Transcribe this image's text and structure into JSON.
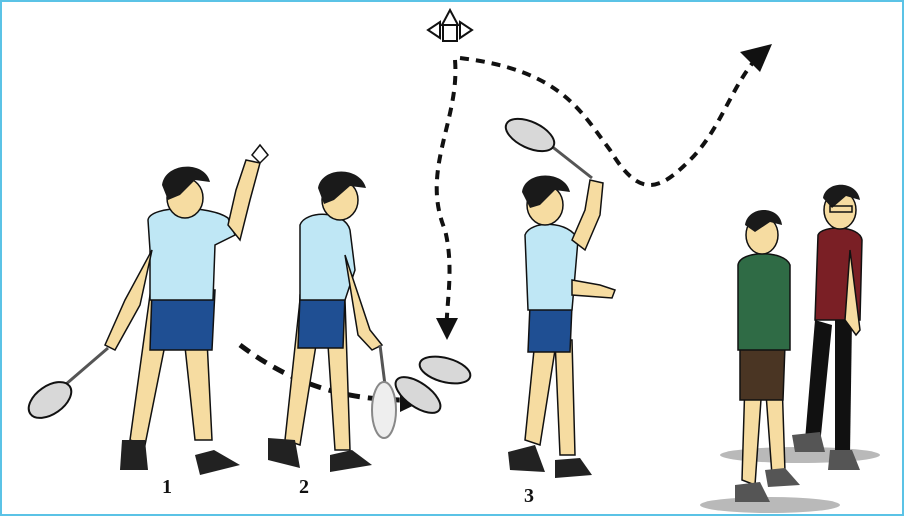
{
  "figure": {
    "step_labels": [
      "1",
      "2",
      "3"
    ]
  },
  "colors": {
    "border": "#5bc3e6",
    "shirt": "#bfe7f5",
    "shorts": "#1f4f93",
    "skin": "#f6dca1",
    "hair": "#1a1a1a",
    "observer_green": "#2f6b45",
    "observer_maroon": "#7a1f25",
    "observer_shorts": "#4a3523",
    "racket": "#9a9a9a"
  },
  "icons": [
    "shuttlecock-icon",
    "trajectory-arrow-icon",
    "swing-arrow-icon"
  ]
}
